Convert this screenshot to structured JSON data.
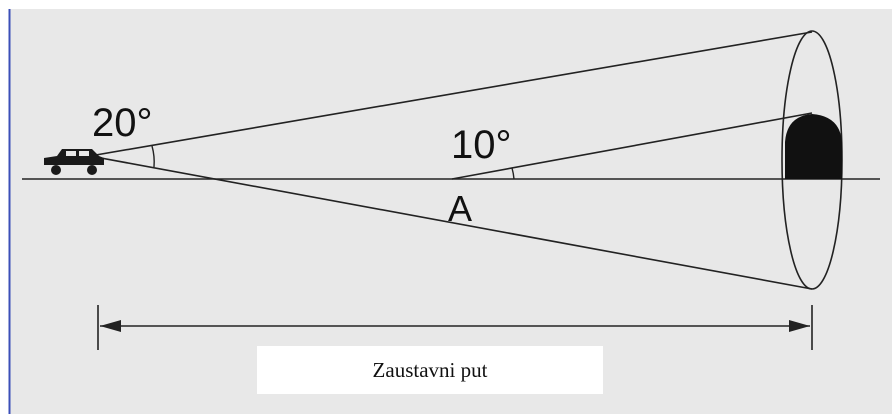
{
  "diagram": {
    "outer_angle": "20°",
    "inner_angle": "10°",
    "point_label": "A",
    "caption": "Zaustavni put",
    "colors": {
      "background": "#e8e8e8",
      "line": "#222222",
      "frame_left": "#3b4fb8"
    }
  }
}
